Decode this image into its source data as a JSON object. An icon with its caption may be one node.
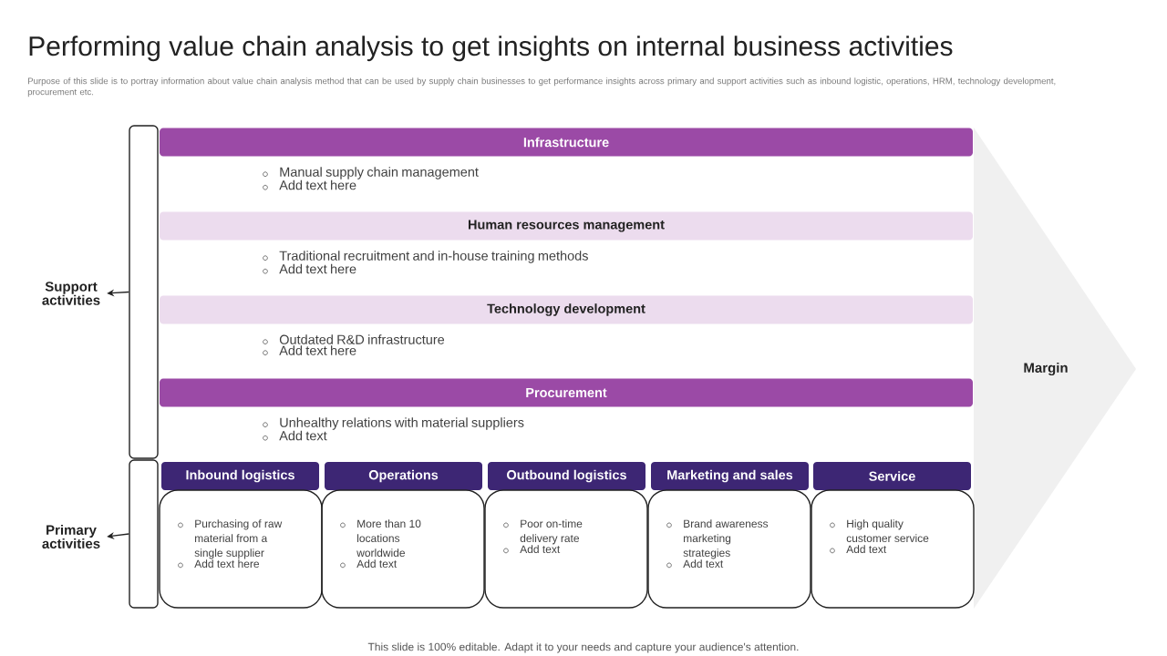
{
  "diagram": {
    "title": "Performing value chain analysis to get insights on internal business activities",
    "nodes": [
      {
        "text": [],
        "shape": "bar"
      },
      {
        "text": [
          "Support activities"
        ]
      },
      {
        "text": [],
        "shape": "bar"
      },
      {
        "text": [
          "Primary activities"
        ]
      },
      {
        "text": [
          "Infrastructure"
        ],
        "beside": [
          "Manual supply chain management",
          "Add text here"
        ]
      },
      {
        "text": [
          "Human resources management"
        ],
        "beside": [
          "Traditional recruitment and in-house training methods",
          "Add text here"
        ]
      },
      {
        "text": [
          "Technology development"
        ],
        "beside": [
          "Outdated R&D infrastructure",
          "Add text here"
        ]
      },
      {
        "text": [
          "Procurement"
        ],
        "beside": [
          "Unhealthy relations with material suppliers",
          "Add text"
        ]
      },
      {
        "text": [
          "Inbound logistics"
        ]
      },
      {
        "text": [
          "Purchasing of raw material from a single supplier",
          "Add text here"
        ]
      },
      {
        "text": [
          "Operations"
        ]
      },
      {
        "text": [
          "More than 10 locations worldwide",
          "Add text"
        ]
      },
      {
        "text": [
          "Outbound logistics"
        ]
      },
      {
        "text": [
          "Poor on-time delivery rate",
          "Add text"
        ]
      },
      {
        "text": [
          "Marketing and sales"
        ]
      },
      {
        "text": [
          "Brand awareness marketing strategies",
          "Add text"
        ]
      },
      {
        "text": [
          "Service"
        ]
      },
      {
        "text": [
          "High quality customer service",
          "Add text"
        ]
      },
      {
        "text": [
          "Margin"
        ]
      }
    ],
    "edges": [
      {
        "from": 0,
        "to": 1,
        "arrow": "to"
      },
      {
        "from": 2,
        "to": 3,
        "arrow": "to"
      }
    ],
    "labels": [
      "Purpose of this slide is to portray information about value chain analysis method that can be used by supply chain businesses to get performance insights across primary and support activities such as inbound logistic, operations, HRM,  technology development, procurement etc.",
      "This slide is 100% editable. Adapt it to your needs and capture your audience's attention."
    ]
  }
}
